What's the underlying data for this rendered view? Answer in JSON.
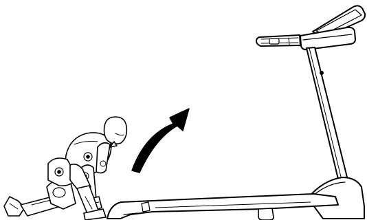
{
  "figure": {
    "arrow_direction": "up-right",
    "figure_pose": "kneeling",
    "equipment": "treadmill",
    "colors": {
      "line": "#000000",
      "fill": "#ffffff",
      "arrow": "#000000"
    }
  }
}
